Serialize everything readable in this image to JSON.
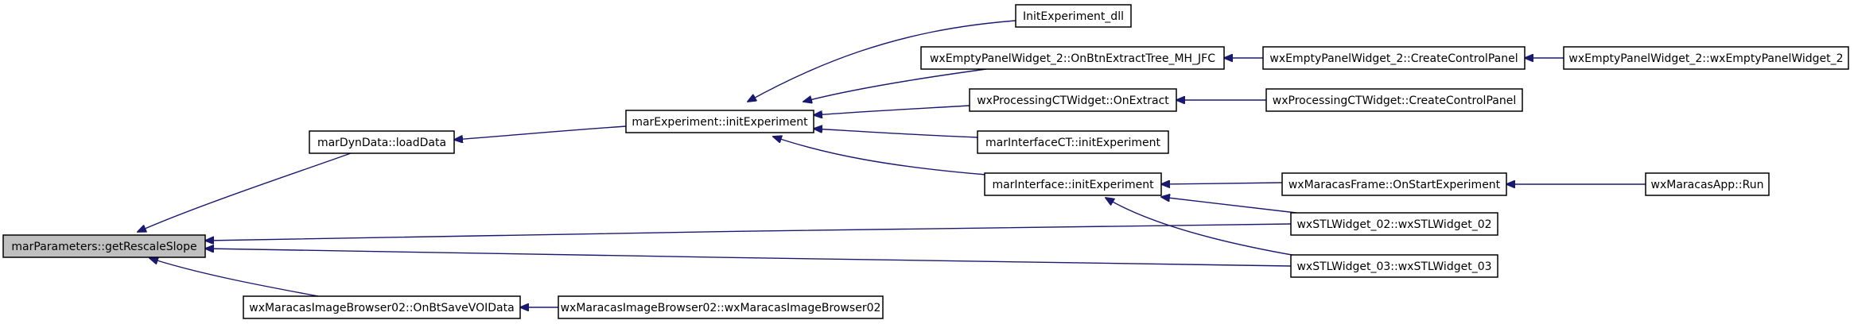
{
  "graph": {
    "nodes": [
      {
        "id": "n0",
        "label": "marParameters::getRescaleSlope",
        "highlight": true
      },
      {
        "id": "n1",
        "label": "marDynData::loadData"
      },
      {
        "id": "n2",
        "label": "marExperiment::initExperiment"
      },
      {
        "id": "n3",
        "label": "InitExperiment_dll"
      },
      {
        "id": "n4",
        "label": "wxEmptyPanelWidget_2::OnBtnExtractTree_MH_JFC"
      },
      {
        "id": "n5",
        "label": "wxEmptyPanelWidget_2::CreateControlPanel"
      },
      {
        "id": "n6",
        "label": "wxEmptyPanelWidget_2::wxEmptyPanelWidget_2"
      },
      {
        "id": "n7",
        "label": "wxProcessingCTWidget::OnExtract"
      },
      {
        "id": "n8",
        "label": "wxProcessingCTWidget::CreateControlPanel"
      },
      {
        "id": "n9",
        "label": "marInterfaceCT::initExperiment"
      },
      {
        "id": "n10",
        "label": "marInterface::initExperiment"
      },
      {
        "id": "n11",
        "label": "wxMaracasFrame::OnStartExperiment"
      },
      {
        "id": "n12",
        "label": "wxMaracasApp::Run"
      },
      {
        "id": "n13",
        "label": "wxSTLWidget_02::wxSTLWidget_02"
      },
      {
        "id": "n14",
        "label": "wxSTLWidget_03::wxSTLWidget_03"
      },
      {
        "id": "n15",
        "label": "wxMaracasImageBrowser02::OnBtSaveVOIData"
      },
      {
        "id": "n16",
        "label": "wxMaracasImageBrowser02::wxMaracasImageBrowser02"
      }
    ],
    "edges": [
      {
        "from": "n1",
        "to": "n0"
      },
      {
        "from": "n13",
        "to": "n0"
      },
      {
        "from": "n14",
        "to": "n0"
      },
      {
        "from": "n15",
        "to": "n0"
      },
      {
        "from": "n2",
        "to": "n1"
      },
      {
        "from": "n3",
        "to": "n2"
      },
      {
        "from": "n4",
        "to": "n2"
      },
      {
        "from": "n7",
        "to": "n2"
      },
      {
        "from": "n9",
        "to": "n2"
      },
      {
        "from": "n10",
        "to": "n2"
      },
      {
        "from": "n5",
        "to": "n4"
      },
      {
        "from": "n6",
        "to": "n5"
      },
      {
        "from": "n8",
        "to": "n7"
      },
      {
        "from": "n11",
        "to": "n10"
      },
      {
        "from": "n13",
        "to": "n10"
      },
      {
        "from": "n14",
        "to": "n10"
      },
      {
        "from": "n12",
        "to": "n11"
      },
      {
        "from": "n16",
        "to": "n15"
      }
    ]
  }
}
